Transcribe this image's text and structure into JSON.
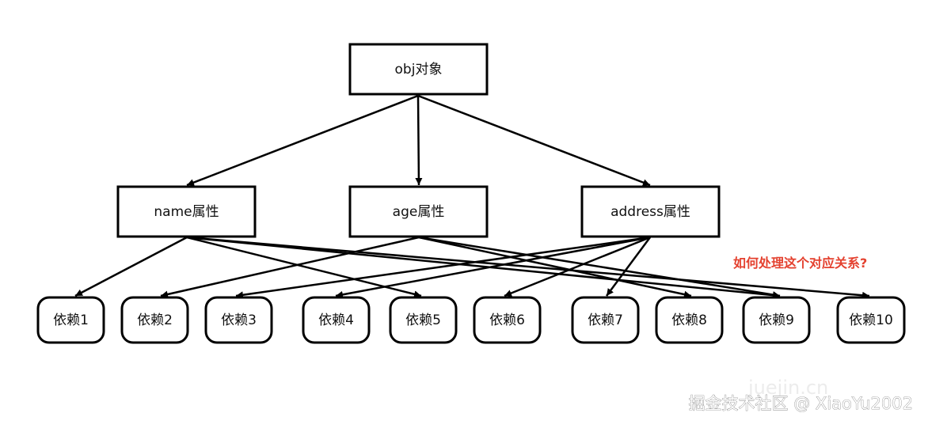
{
  "root": {
    "label": "obj对象"
  },
  "properties": [
    {
      "id": "name",
      "label": "name属性"
    },
    {
      "id": "age",
      "label": "age属性"
    },
    {
      "id": "address",
      "label": "address属性"
    }
  ],
  "dependencies": [
    {
      "id": "d1",
      "label": "依赖1"
    },
    {
      "id": "d2",
      "label": "依赖2"
    },
    {
      "id": "d3",
      "label": "依赖3"
    },
    {
      "id": "d4",
      "label": "依赖4"
    },
    {
      "id": "d5",
      "label": "依赖5"
    },
    {
      "id": "d6",
      "label": "依赖6"
    },
    {
      "id": "d7",
      "label": "依赖7"
    },
    {
      "id": "d8",
      "label": "依赖8"
    },
    {
      "id": "d9",
      "label": "依赖9"
    },
    {
      "id": "d10",
      "label": "依赖10"
    }
  ],
  "edges": [
    {
      "from": "root",
      "to": "name"
    },
    {
      "from": "root",
      "to": "age"
    },
    {
      "from": "root",
      "to": "address"
    },
    {
      "from": "name",
      "to": "d1"
    },
    {
      "from": "name",
      "to": "d5"
    },
    {
      "from": "name",
      "to": "d9"
    },
    {
      "from": "name",
      "to": "d10"
    },
    {
      "from": "age",
      "to": "d2"
    },
    {
      "from": "age",
      "to": "d8"
    },
    {
      "from": "age",
      "to": "d9"
    },
    {
      "from": "address",
      "to": "d3"
    },
    {
      "from": "address",
      "to": "d4"
    },
    {
      "from": "address",
      "to": "d6"
    },
    {
      "from": "address",
      "to": "d7"
    }
  ],
  "question": "如何处理这个对应关系?",
  "watermark": "掘金技术社区 @ XiaoYu2002",
  "watermark_faint": "juejin.cn"
}
